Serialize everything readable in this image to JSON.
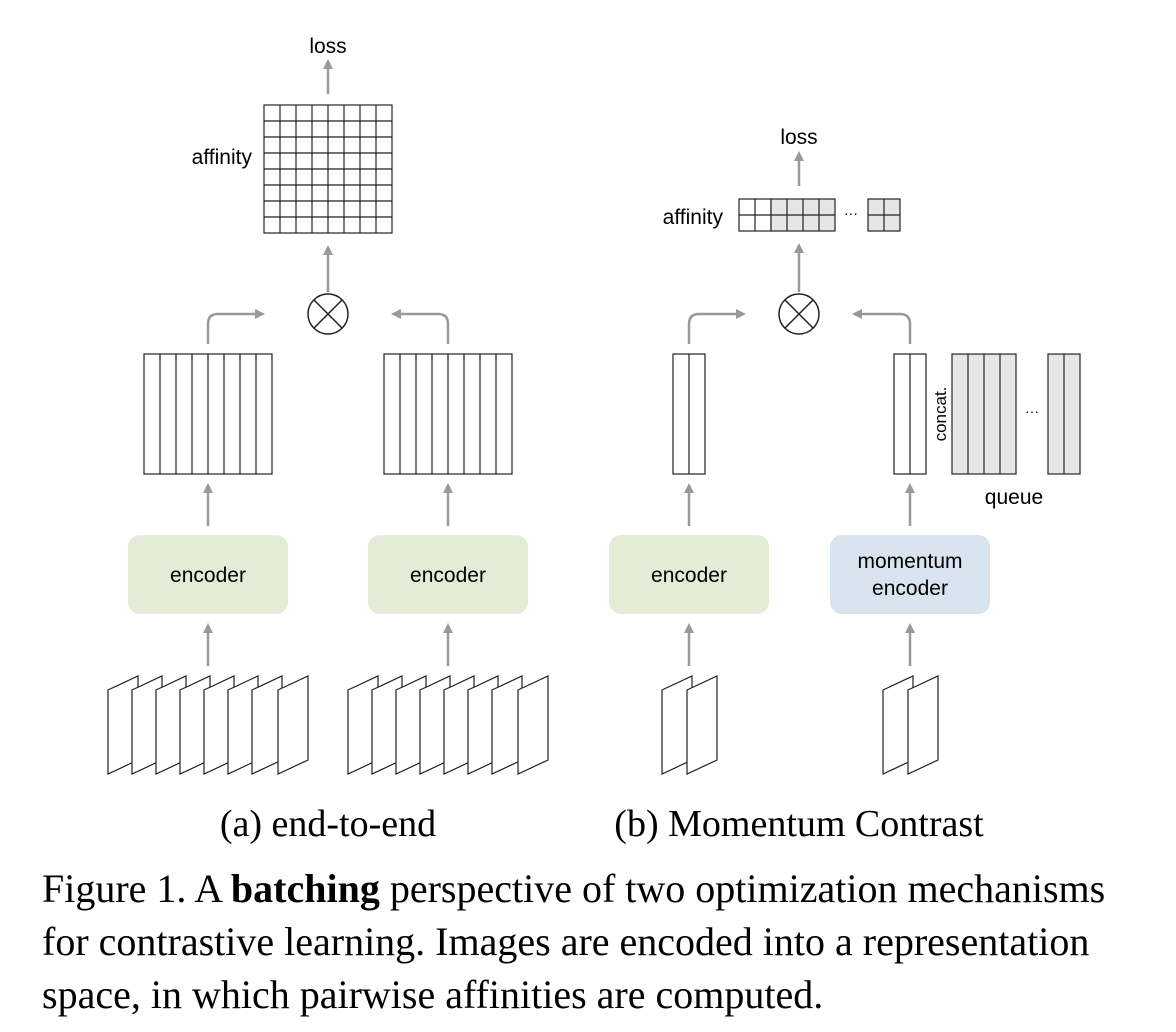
{
  "panel_a": {
    "caption": "(a) end-to-end",
    "loss_label": "loss",
    "affinity_label": "affinity",
    "encoder_left": "encoder",
    "encoder_right": "encoder"
  },
  "panel_b": {
    "caption": "(b) Momentum Contrast",
    "loss_label": "loss",
    "affinity_label": "affinity",
    "encoder": "encoder",
    "momentum_encoder_line1": "momentum",
    "momentum_encoder_line2": "encoder",
    "concat_label": "concat.",
    "queue_label": "queue",
    "ellipsis": "···"
  },
  "figure_caption": {
    "prefix": "Figure 1. A ",
    "bold": "batching",
    "line1_rest": " perspective of two optimization mechanisms",
    "line2": "for contrastive learning. Images are encoded into a representation",
    "line3": "space, in which pairwise affinities are computed."
  },
  "colors": {
    "arrow": "#999999",
    "encoder_fill": "#e2ecd6",
    "momentum_fill": "#d8e4ef",
    "queue_fill": "#e6e6e6",
    "line": "#222222"
  }
}
